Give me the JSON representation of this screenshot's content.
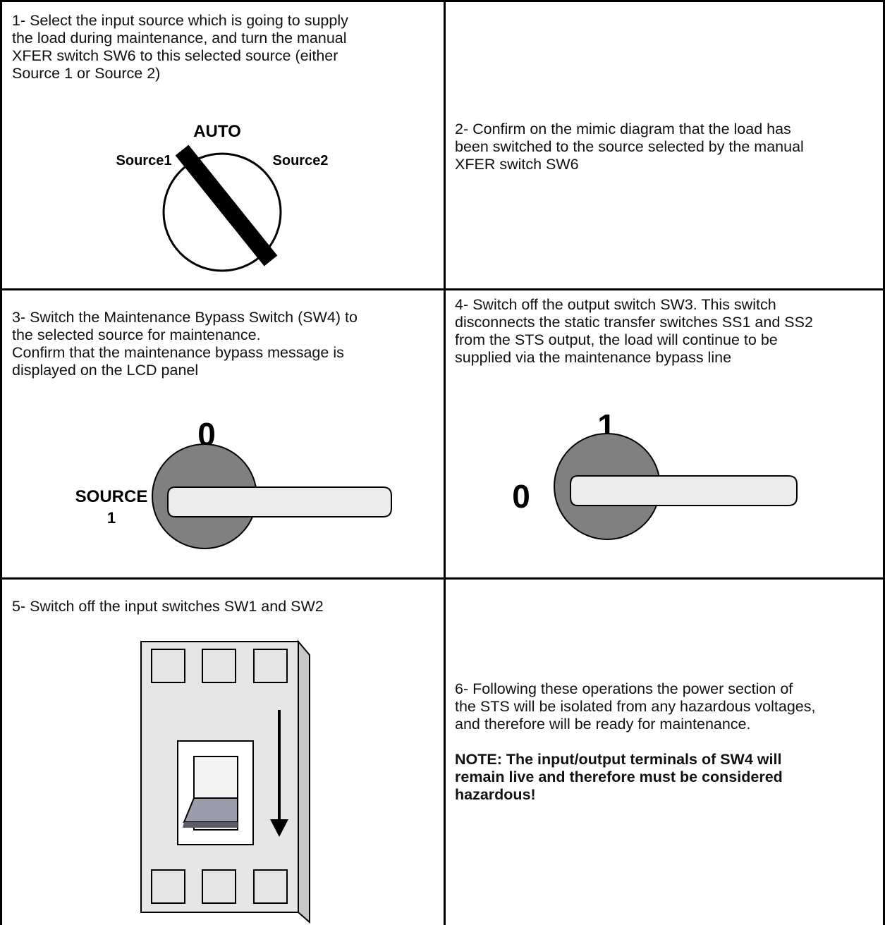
{
  "steps": [
    {
      "text": "1- Select the input source which is going to supply\nthe load during maintenance, and turn the manual\nXFER switch SW6 to this selected source (either\nSource 1 or Source 2)"
    },
    {
      "text": "2- Confirm on the mimic diagram that the load has\nbeen switched to the source selected by the manual\nXFER switch SW6"
    },
    {
      "text": "3- Switch the Maintenance Bypass Switch (SW4) to\nthe selected source for maintenance.\nConfirm that the maintenance bypass message is\ndisplayed on  the LCD panel"
    },
    {
      "text": "4- Switch off the output switch SW3. This switch\ndisconnects the static transfer switches SS1 and SS2\nfrom the STS output,  the load will continue to be\nsupplied via the maintenance bypass line"
    },
    {
      "text": "5- Switch off the input switches SW1 and SW2"
    },
    {
      "text": "6- Following these operations the power section of\nthe STS will be isolated from any hazardous voltages,\nand therefore will be ready for maintenance.",
      "note": "NOTE: The input/output terminals of SW4 will\nremain live and therefore must be considered\nhazardous!"
    }
  ],
  "figures": {
    "xfer": {
      "top": "AUTO",
      "left": "Source1",
      "right": "Source2"
    },
    "bypass": {
      "top": "0",
      "left_line1": "SOURCE",
      "left_line2": "1"
    },
    "output": {
      "top": "1",
      "left": "0"
    }
  },
  "colors": {
    "knob": "#808080",
    "handle": "#ececec",
    "breaker_body": "#e6e6e6",
    "breaker_toggle": "#9c9caa",
    "line": "#000000"
  }
}
